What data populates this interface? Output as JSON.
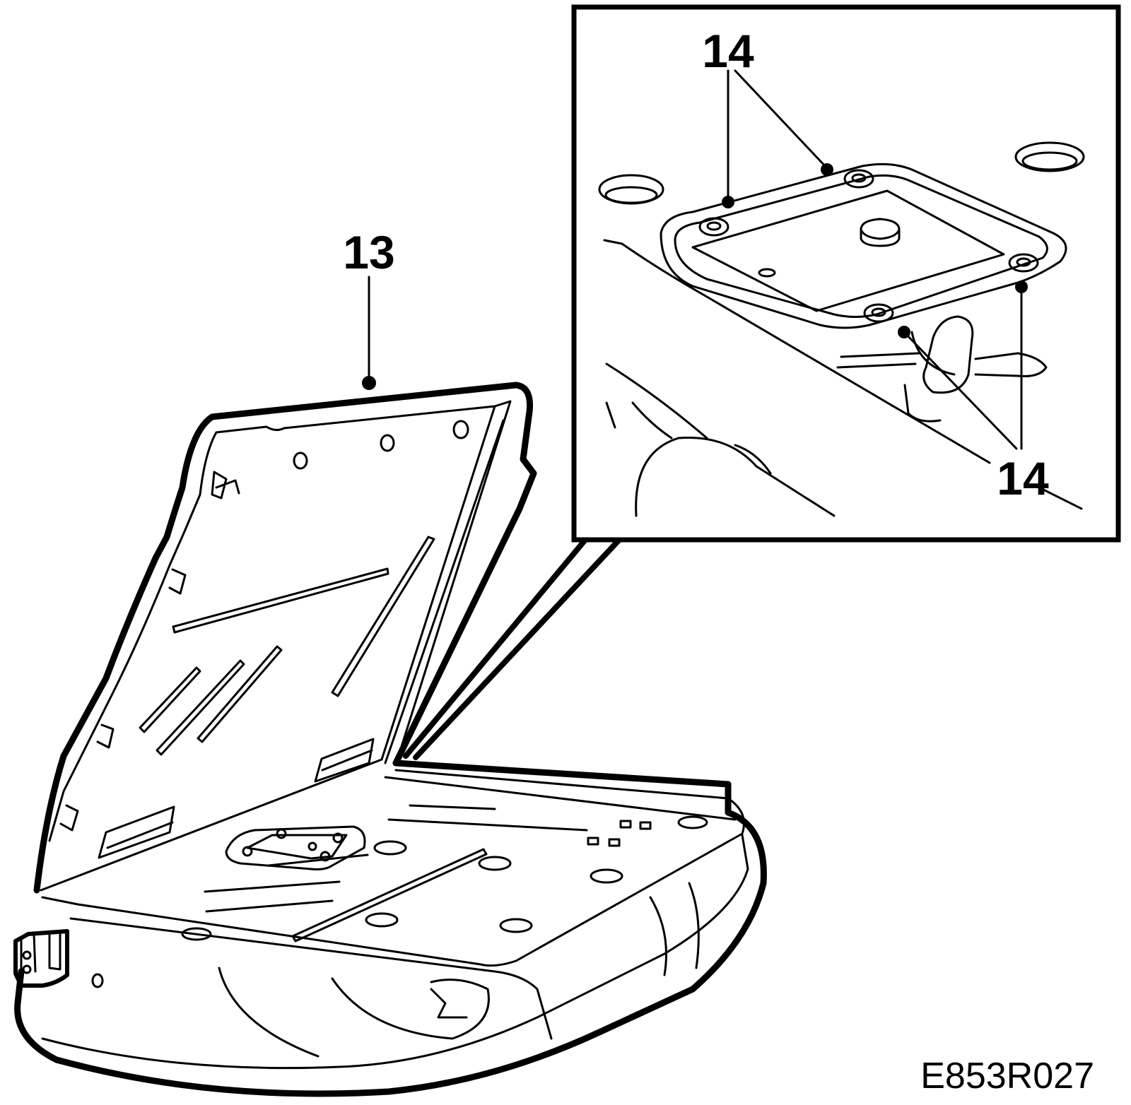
{
  "callouts": {
    "seat_part": "13",
    "inset_top": "14",
    "inset_bottom": "14"
  },
  "figure_code": "E853R027"
}
